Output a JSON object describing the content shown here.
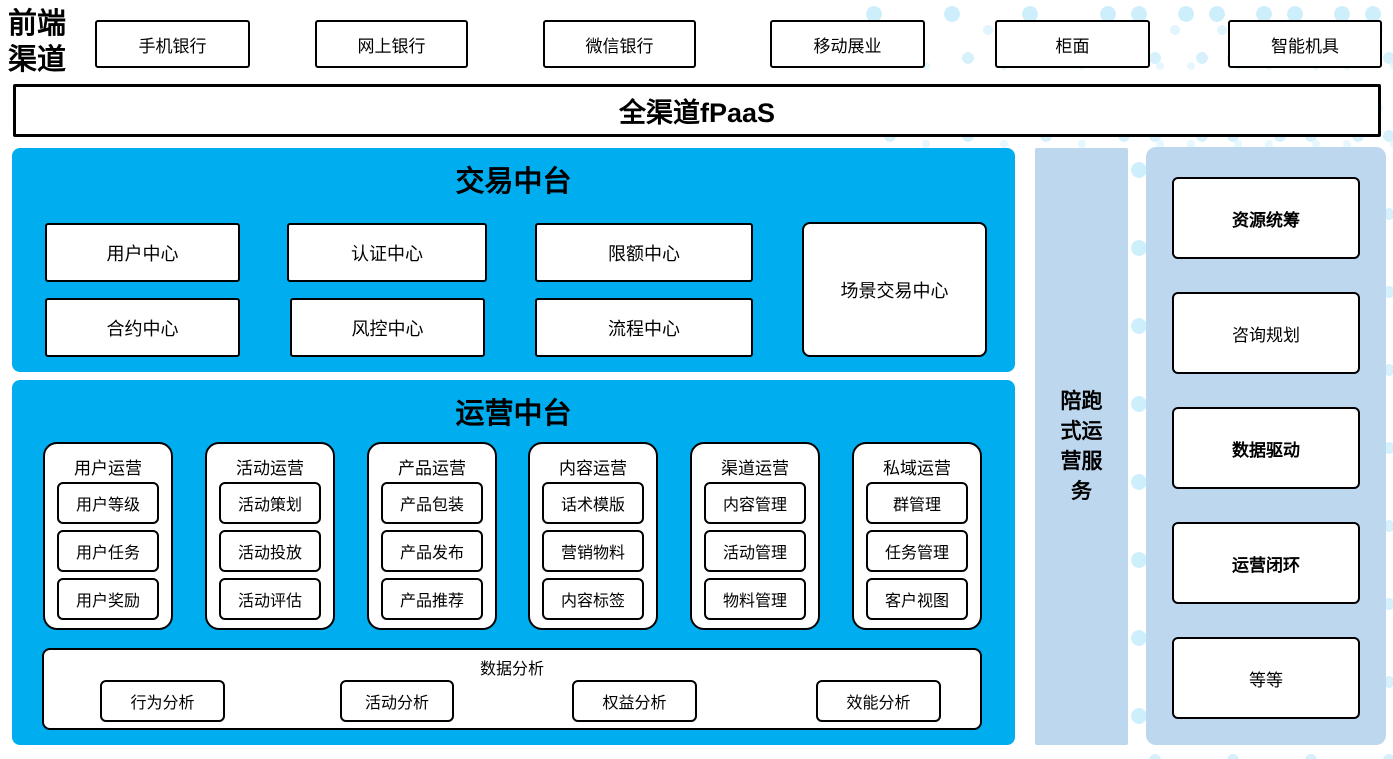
{
  "colors": {
    "primary_blue": "#00AEEF",
    "light_blue": "#BDD7EE",
    "dot_pattern_blue": "#CDEEFB",
    "box_border": "#000000"
  },
  "front_channels": {
    "label": "前端\n渠道",
    "items": [
      "手机银行",
      "网上银行",
      "微信银行",
      "移动展业",
      "柜面",
      "智能机具"
    ]
  },
  "fpaas": {
    "label": "全渠道fPaaS"
  },
  "transaction_platform": {
    "title": "交易中台",
    "row1": [
      "用户中心",
      "认证中心",
      "限额中心"
    ],
    "row2": [
      "合约中心",
      "风控中心",
      "流程中心"
    ],
    "scene_center": "场景交易中心"
  },
  "operation_platform": {
    "title": "运营中台",
    "columns": [
      {
        "title": "用户运营",
        "items": [
          "用户等级",
          "用户任务",
          "用户奖励"
        ]
      },
      {
        "title": "活动运营",
        "items": [
          "活动策划",
          "活动投放",
          "活动评估"
        ]
      },
      {
        "title": "产品运营",
        "items": [
          "产品包装",
          "产品发布",
          "产品推荐"
        ]
      },
      {
        "title": "内容运营",
        "items": [
          "话术模版",
          "营销物料",
          "内容标签"
        ]
      },
      {
        "title": "渠道运营",
        "items": [
          "内容管理",
          "活动管理",
          "物料管理"
        ]
      },
      {
        "title": "私域运营",
        "items": [
          "群管理",
          "任务管理",
          "客户视图"
        ]
      }
    ],
    "data_analysis": {
      "title": "数据分析",
      "items": [
        "行为分析",
        "活动分析",
        "权益分析",
        "效能分析"
      ]
    }
  },
  "side_service": {
    "label": "陪跑式运营服务"
  },
  "service_panel": {
    "items": [
      {
        "label": "资源统筹",
        "bold": true
      },
      {
        "label": "咨询规划",
        "bold": false
      },
      {
        "label": "数据驱动",
        "bold": true
      },
      {
        "label": "运营闭环",
        "bold": true
      },
      {
        "label": "等等",
        "bold": false
      }
    ]
  }
}
